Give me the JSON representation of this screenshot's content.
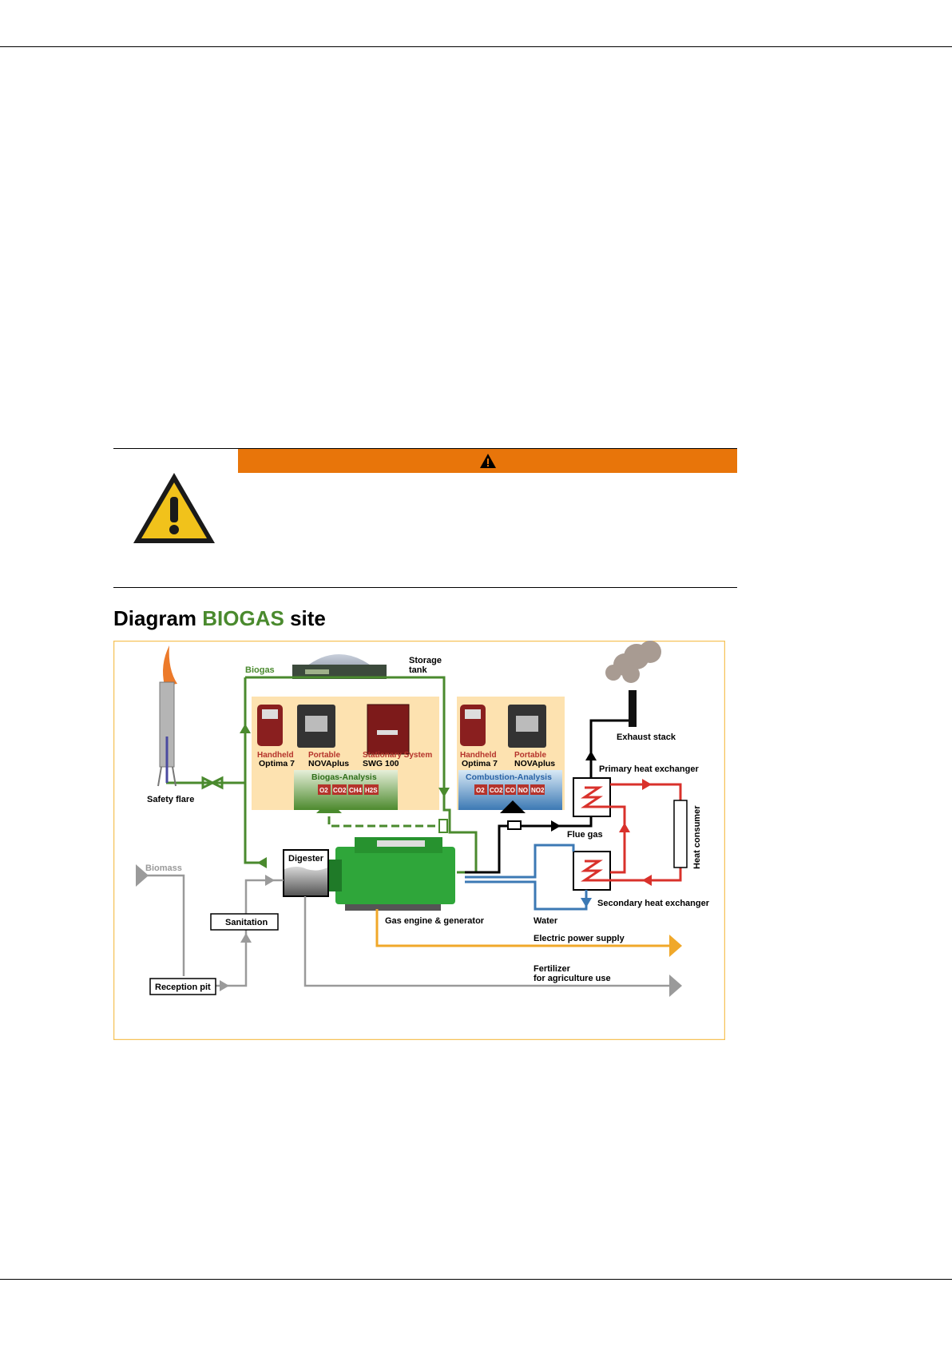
{
  "colors": {
    "warning_orange": "#e8750a",
    "warning_yellow": "#f1c21b",
    "biogas_green": "#4a8a2e",
    "heat_red": "#d9312b",
    "water_blue": "#3c79b4",
    "power_orange": "#f0a82a",
    "material_gray": "#9a9a9a",
    "analyzer_panel": "#fde2b0",
    "frame_orange": "#f6c35a"
  },
  "title": {
    "prefix": "Diagram ",
    "accent": "BIOGAS",
    "suffix": " site"
  },
  "diagram": {
    "safety_flare": "Safety flare",
    "biogas_label": "Biogas",
    "storage_tank": [
      "Storage",
      "tank"
    ],
    "exhaust_stack": "Exhaust stack",
    "primary_heat_exchanger": "Primary heat exchanger",
    "secondary_heat_exchanger": "Secondary heat exchanger",
    "heat_consumer": "Heat consumer",
    "flue_gas": "Flue gas",
    "water": "Water",
    "digester": "Digester",
    "biomass": "Biomass",
    "sanitation": "Sanitation",
    "reception_pit": "Reception pit",
    "gas_engine": "Gas engine & generator",
    "electric_power": "Electric power supply",
    "fertilizer": [
      "Fertilizer",
      "for agriculture use"
    ],
    "biogas_devices": [
      {
        "type": "Handheld",
        "name": "Optima 7"
      },
      {
        "type": "Portable",
        "name": "NOVAplus"
      },
      {
        "type": "Stationary System",
        "name": "SWG 100"
      }
    ],
    "combustion_devices": [
      {
        "type": "Handheld",
        "name": "Optima 7"
      },
      {
        "type": "Portable",
        "name": "NOVAplus"
      }
    ],
    "biogas_analysis": {
      "title": "Biogas-Analysis",
      "gases": [
        "O2",
        "CO2",
        "CH4",
        "H2S"
      ]
    },
    "combustion_analysis": {
      "title": "Combustion-Analysis",
      "gases": [
        "O2",
        "CO2",
        "CO",
        "NO",
        "NO2"
      ]
    }
  }
}
